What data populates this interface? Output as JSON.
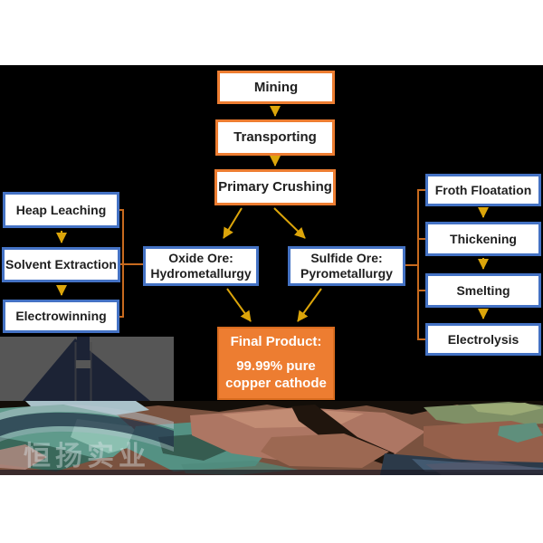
{
  "diagram": {
    "top_chain": [
      {
        "label": "Mining"
      },
      {
        "label": "Transporting"
      },
      {
        "label": "Primary Crushing"
      }
    ],
    "hydro_branch": {
      "header": {
        "line1": "Oxide Ore:",
        "line2": "Hydrometallurgy"
      },
      "steps": [
        {
          "label": "Heap Leaching"
        },
        {
          "label": "Solvent Extraction"
        },
        {
          "label": "Electrowinning"
        }
      ]
    },
    "pyro_branch": {
      "header": {
        "line1": "Sulfide Ore:",
        "line2": "Pyrometallurgy"
      },
      "steps": [
        {
          "label": "Froth Floatation"
        },
        {
          "label": "Thickening"
        },
        {
          "label": "Smelting"
        },
        {
          "label": "Electrolysis"
        }
      ]
    },
    "final_product": {
      "title": "Final Product:",
      "line1": "99.99% pure",
      "line2": "copper cathode"
    }
  },
  "watermark": {
    "company_name": "恒扬实业",
    "logo_icon": "pyramid-wave-logo"
  },
  "colors": {
    "page": "#ffffff",
    "background": "#000000",
    "box_fill": "#ffffff",
    "text": "#1f1f1f",
    "orange_border": "#ED7D31",
    "blue_border": "#4472C4",
    "arrow": "#DCA50A",
    "connector": "#C76A1E",
    "final_fill": "#ED7D31",
    "final_border": "#D96C1F",
    "final_text": "#ffffff"
  }
}
